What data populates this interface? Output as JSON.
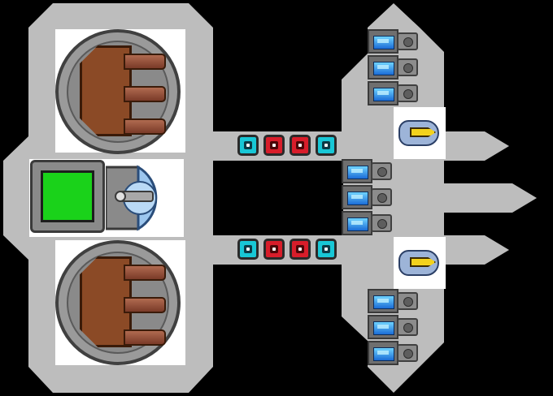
{
  "scene": {
    "title": "",
    "colors": {
      "background": "#000000",
      "hull": "#bdbdbd",
      "bay": "#ffffff",
      "cell_cyan": "#18c7d6",
      "cell_red": "#d81d2a",
      "cockpit_screen": "#1ad21a",
      "turret_body": "#8b4a26",
      "interceptor_gold": "#f3d21c"
    },
    "power_rows": [
      [
        "cyan",
        "red",
        "red",
        "cyan"
      ],
      [
        "cyan",
        "red",
        "red",
        "cyan"
      ]
    ],
    "modules": {
      "icons": [
        "module-top-1",
        "module-top-2",
        "module-top-3",
        "module-mid-1",
        "module-mid-2",
        "module-mid-3",
        "module-bottom-1",
        "module-bottom-2",
        "module-bottom-3"
      ]
    },
    "interceptors": [
      "interceptor-upper",
      "interceptor-lower"
    ],
    "turrets": [
      "turret-upper",
      "turret-lower"
    ]
  }
}
